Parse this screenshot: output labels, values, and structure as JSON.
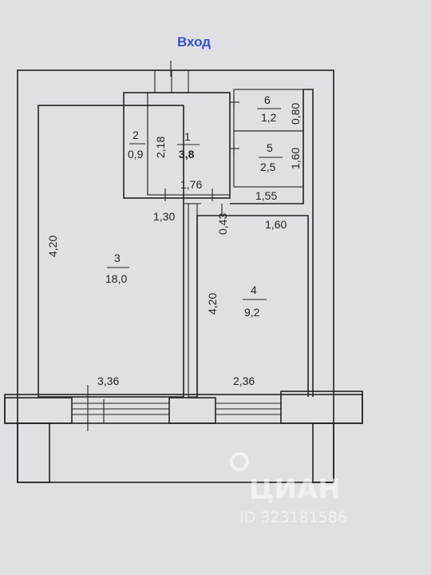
{
  "entry_label": "Вход",
  "rooms": [
    {
      "number": "1",
      "area": "3,8"
    },
    {
      "number": "2",
      "area": "0,9"
    },
    {
      "number": "3",
      "area": "18,0"
    },
    {
      "number": "4",
      "area": "9,2"
    },
    {
      "number": "5",
      "area": "2,5"
    },
    {
      "number": "6",
      "area": "1,2"
    }
  ],
  "dimensions": {
    "room1_height": "2,18",
    "room1_width": "1,76",
    "room3_height": "4,20",
    "room3_width": "3,36",
    "room4_height": "4,20",
    "room4_width": "2,36",
    "room4_top_width": "1,60",
    "room5_height": "1,60",
    "room5_width": "1,55",
    "room6_height": "0,80",
    "hall_gap": "1,30",
    "partition": "0,43"
  },
  "watermark": {
    "brand": "ЦИАН",
    "id": "ID 323181586"
  },
  "colors": {
    "background": "#dfe0e4",
    "lines": "#222222",
    "entry_label": "#3a4fd0"
  }
}
